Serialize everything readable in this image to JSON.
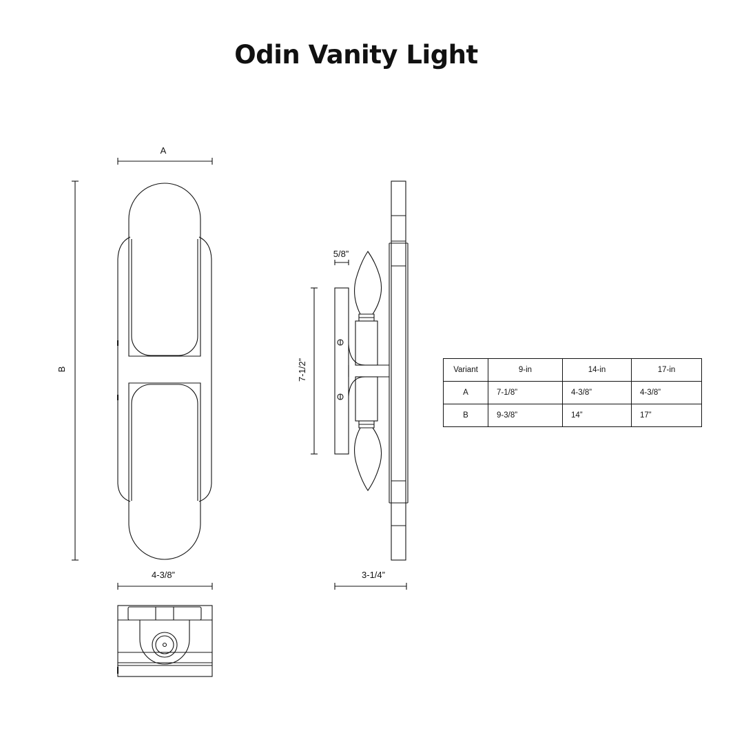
{
  "title": "Odin Vanity Light",
  "labels": {
    "dim_a": "A",
    "dim_b": "B",
    "front_width": "4-3/8”",
    "side_depth": "3-1/4”",
    "bulb_offset": "5/8”",
    "backplate_height": "7-1/2”"
  },
  "table": {
    "headers": [
      "Variant",
      "9-in",
      "14-in",
      "17-in"
    ],
    "rows": [
      [
        "A",
        "7-1/8”",
        "4-3/8”",
        "4-3/8”"
      ],
      [
        "B",
        "9-3/8”",
        "14”",
        "17”"
      ]
    ]
  }
}
